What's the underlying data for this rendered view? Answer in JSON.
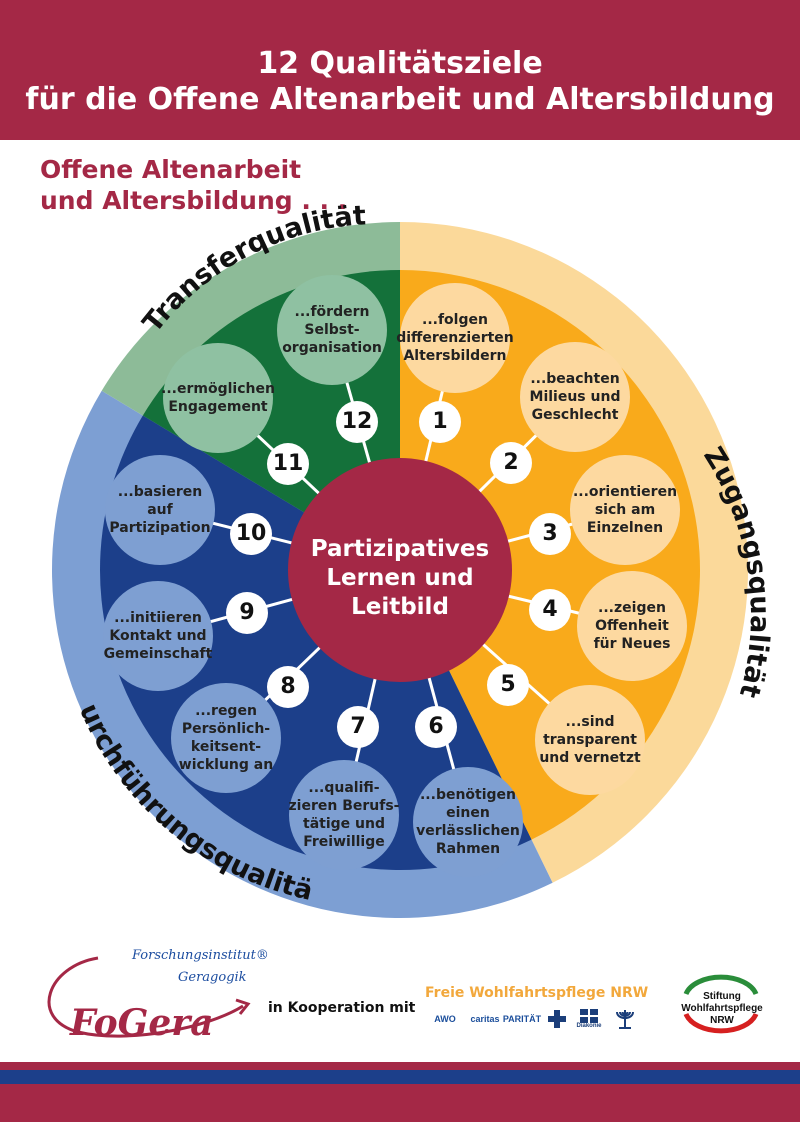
{
  "header": {
    "title_line1": "12 Qualitätsziele",
    "title_line2": "für die Offene Altenarbeit und Altersbildung"
  },
  "subtitle": {
    "line1": "Offene Altenarbeit",
    "line2": "und Altersbildung . . ."
  },
  "sectors": {
    "transfer": "Transferqualität",
    "zugang": "Zugangsqualität",
    "durchfuehrung": "Durchführungsqualität"
  },
  "center": "Partizipatives\nLernen und\nLeitbild",
  "nodes": [
    {
      "num": "1",
      "text": "...folgen\ndifferenzierten\nAltersbildern"
    },
    {
      "num": "2",
      "text": "...beachten\nMilieus und\nGeschlecht"
    },
    {
      "num": "3",
      "text": "...orientieren\nsich am\nEinzelnen"
    },
    {
      "num": "4",
      "text": "...zeigen\nOffenheit\nfür Neues"
    },
    {
      "num": "5",
      "text": "...sind\ntransparent\nund vernetzt"
    },
    {
      "num": "6",
      "text": "...benötigen\neinen\nverlässlichen\nRahmen"
    },
    {
      "num": "7",
      "text": "...qualifi-\nzieren Berufs-\ntätige und\nFreiwillige"
    },
    {
      "num": "8",
      "text": "...regen\nPersönlich-\nkeitsent-\nwicklung an"
    },
    {
      "num": "9",
      "text": "...initiieren\nKontakt und\nGemeinschaft"
    },
    {
      "num": "10",
      "text": "...basieren\nauf\nPartizipation"
    },
    {
      "num": "11",
      "text": "...ermöglichen\nEngagement"
    },
    {
      "num": "12",
      "text": "...fördern\nSelbst-\norganisation"
    }
  ],
  "footer": {
    "fogera_line1": "Forschungsinstitut®",
    "fogera_line2": "Geragogik",
    "fogera_logo": "FoGera",
    "kooperation": "in Kooperation mit",
    "fwp_title": "Freie Wohlfahrtspflege NRW",
    "fwp_logos": [
      "AWO",
      "caritas",
      "PARITÄT",
      "",
      "Diakonie",
      ""
    ],
    "stiftung": "Stiftung\nWohlfahrtspflege\nNRW"
  },
  "colors": {
    "maroon": "#a42846",
    "dark_green": "#14713a",
    "light_green": "#8dbb98",
    "orange": "#f9aa1b",
    "light_orange": "#fbd99a",
    "dark_blue": "#1c3f8a",
    "light_blue": "#7d9fd3",
    "node_green": "#8fc1a2",
    "node_orange": "#fdd9a0",
    "node_blue": "#7e9fd2"
  }
}
